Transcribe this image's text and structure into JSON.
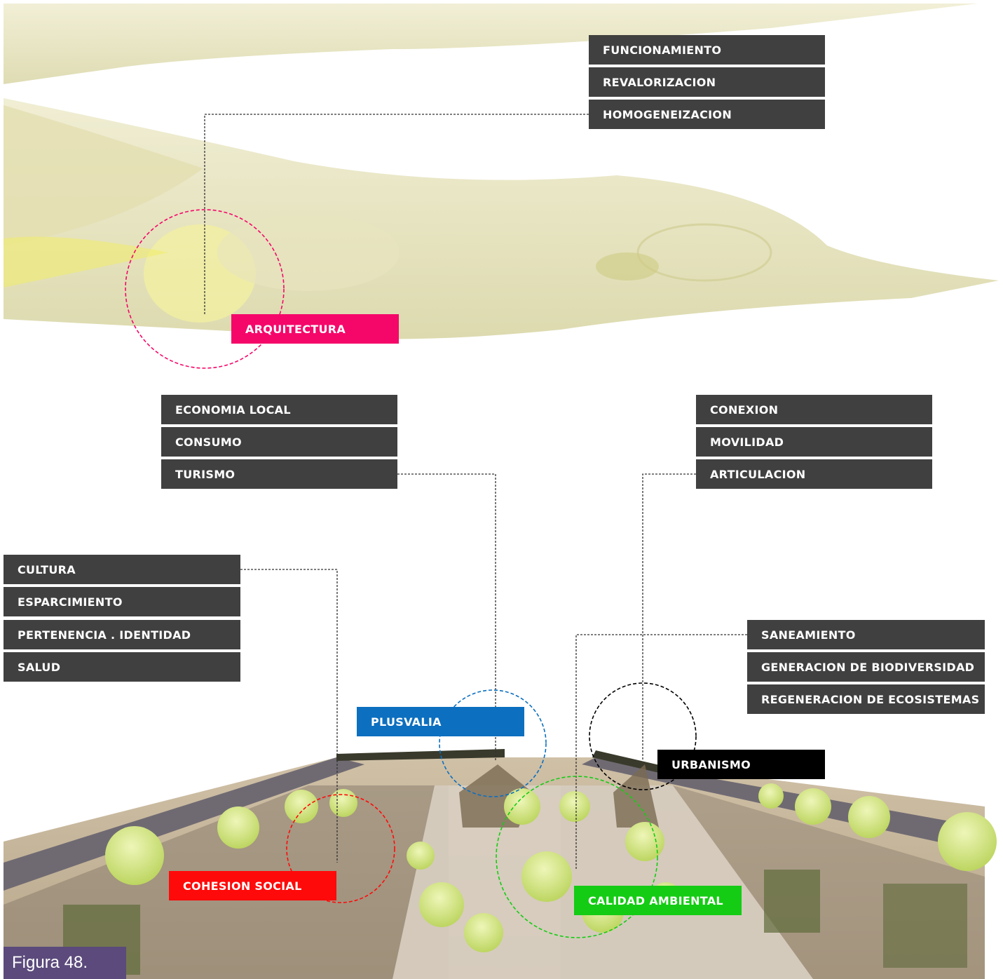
{
  "caption": "Figura 48.",
  "colors": {
    "box_dark": "#404040",
    "arquitectura": "#f5076a",
    "plusvalia": "#0c6fbf",
    "urbanismo": "#000000",
    "cohesion_social": "#ff0a0a",
    "calidad_ambiental": "#14cc14",
    "caption_bg": "#5b4a7b"
  },
  "categories": {
    "arquitectura": "ARQUITECTURA",
    "plusvalia": "PLUSVALIA",
    "urbanismo": "URBANISMO",
    "cohesion_social": "COHESION SOCIAL",
    "calidad_ambiental": "CALIDAD AMBIENTAL"
  },
  "groups": {
    "arquitectura": [
      "FUNCIONAMIENTO",
      "REVALORIZACION",
      "HOMOGENEIZACION"
    ],
    "plusvalia": [
      "ECONOMIA LOCAL",
      "CONSUMO",
      "TURISMO"
    ],
    "urbanismo": [
      "CONEXION",
      "MOVILIDAD",
      "ARTICULACION"
    ],
    "cohesion_social": [
      "CULTURA",
      "ESPARCIMIENTO",
      "PERTENENCIA . IDENTIDAD",
      "SALUD"
    ],
    "calidad_ambiental": [
      "SANEAMIENTO",
      "GENERACION DE BIODIVERSIDAD",
      "REGENERACION DE ECOSISTEMAS"
    ]
  }
}
